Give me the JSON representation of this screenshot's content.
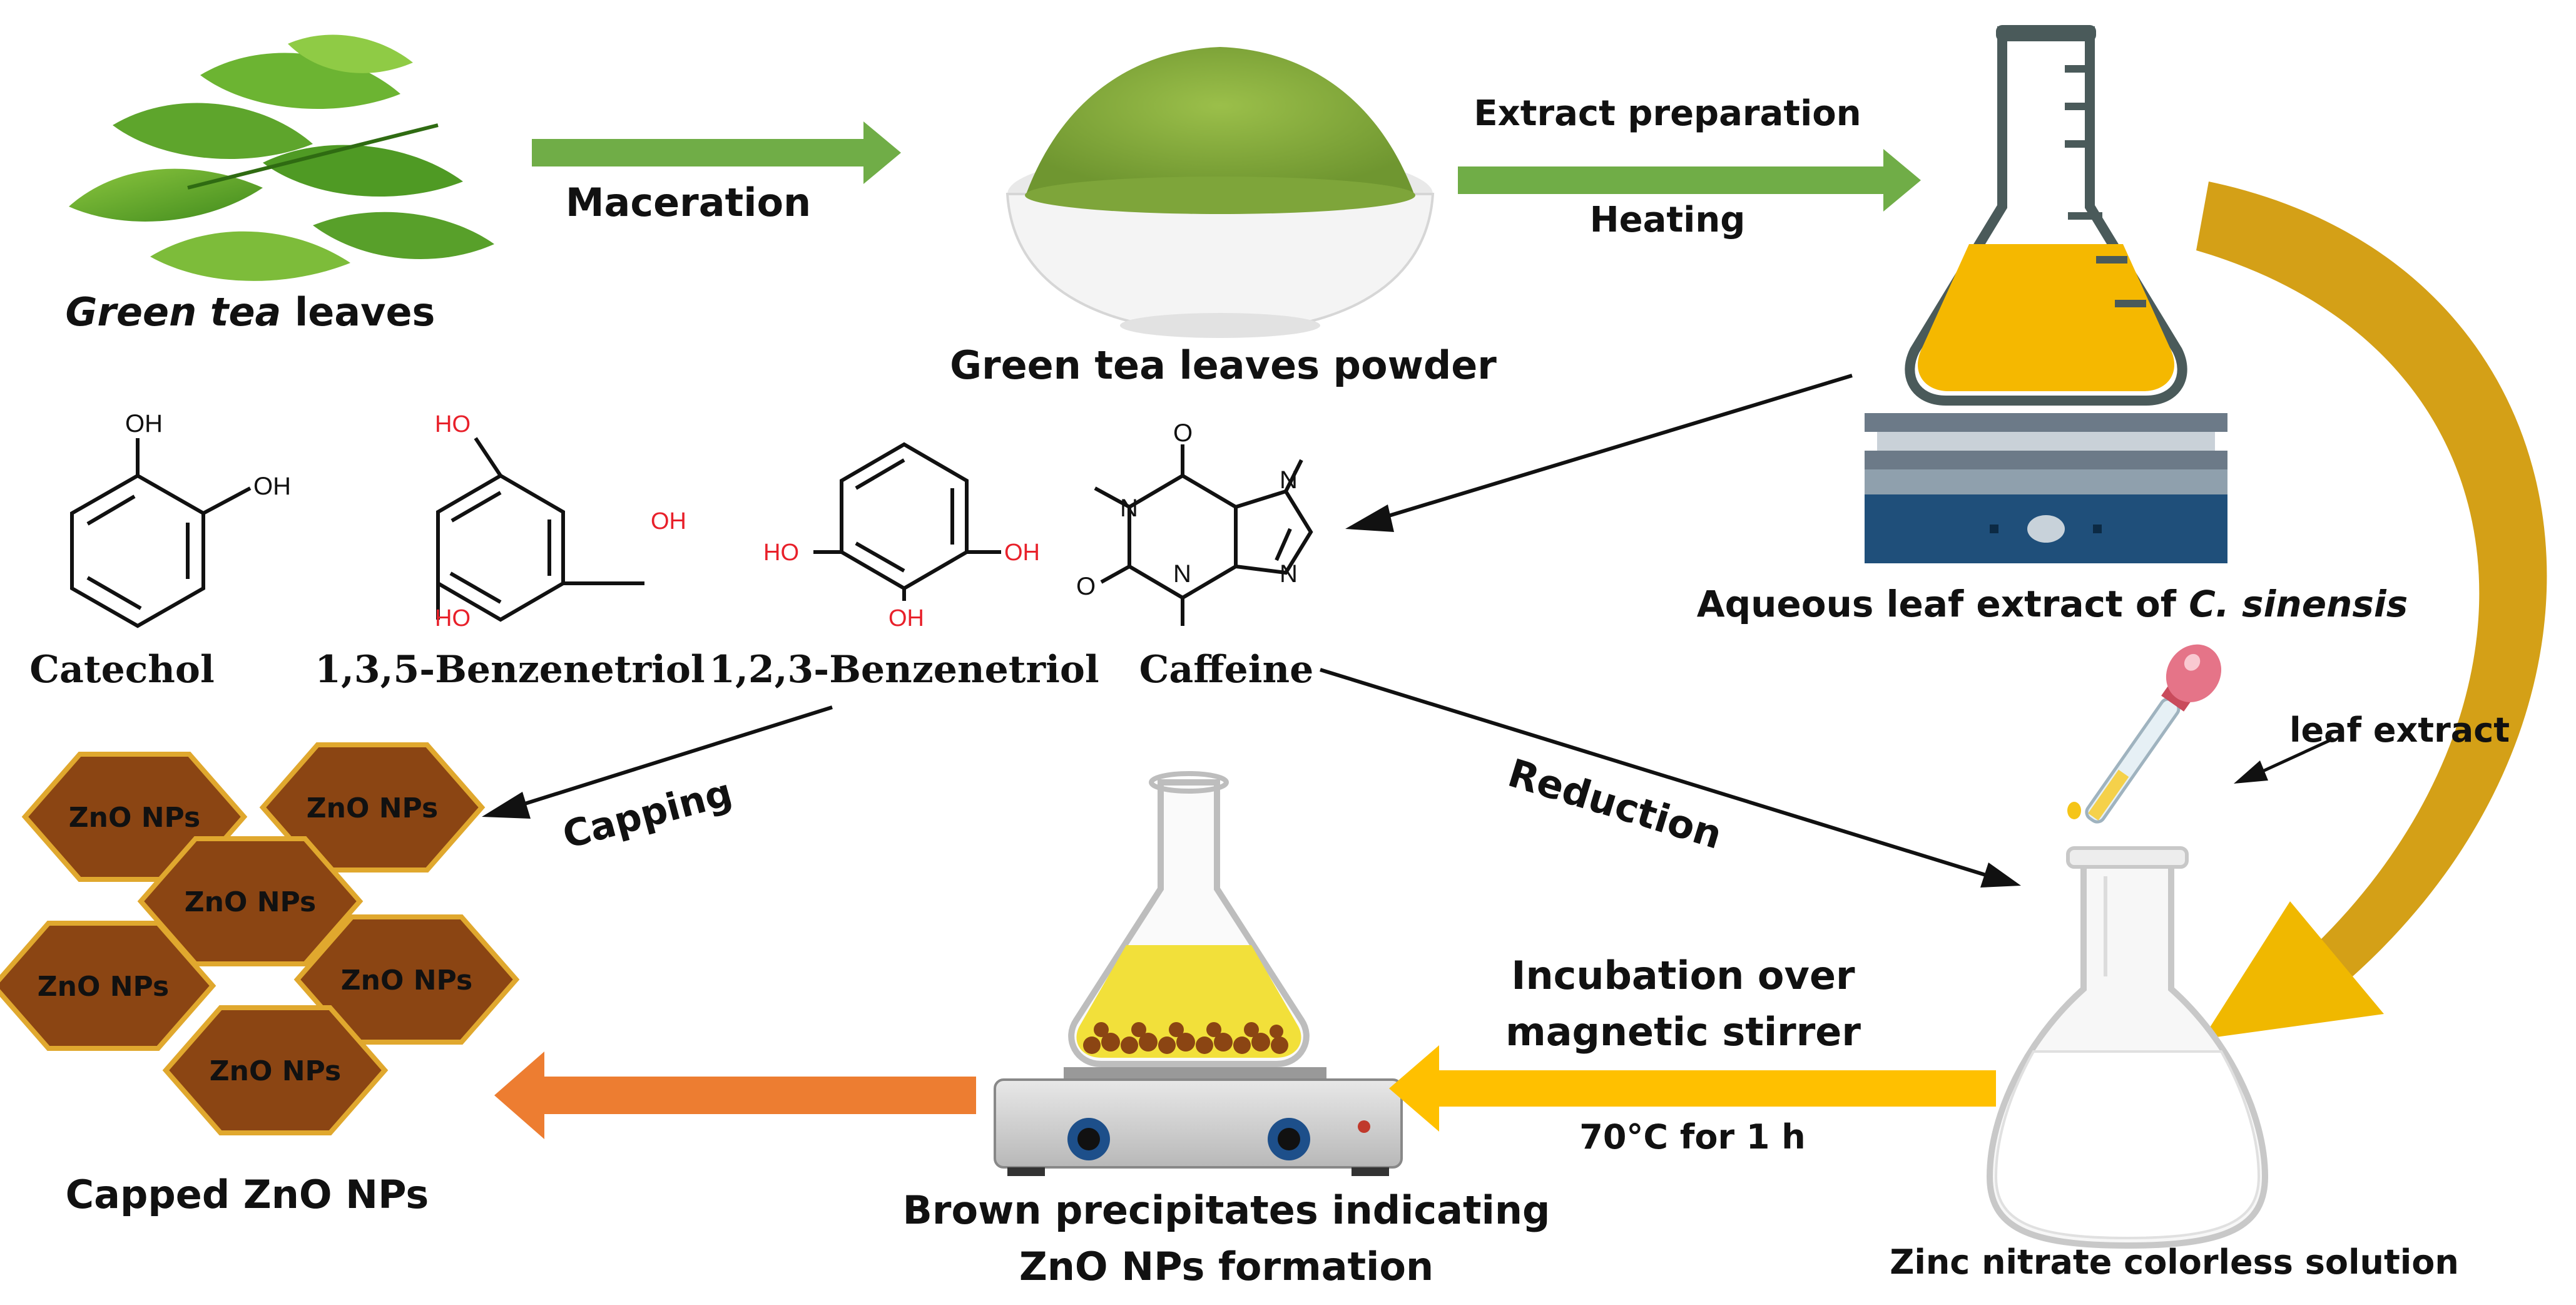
{
  "labels": {
    "green_tea_leaves_italic": "Green tea",
    "green_tea_leaves_rest": " leaves",
    "maceration": "Maceration",
    "powder": "Green tea leaves powder",
    "extract_preparation": "Extract preparation",
    "heating": "Heating",
    "aqueous_extract_prefix": "Aqueous leaf extract of ",
    "aqueous_extract_species": "C. sinensis",
    "catechol": "Catechol",
    "benzenetriol_135": "1,3,5-Benzenetriol",
    "benzenetriol_123": "1,2,3-Benzenetriol",
    "caffeine": "Caffeine",
    "capping": "Capping",
    "reduction": "Reduction",
    "leaf_extract": "leaf extract",
    "incubation_line1": "Incubation over",
    "incubation_line2": "magnetic stirrer",
    "temperature": "70°C for 1 h",
    "brown_precip_line1": "Brown precipitates indicating",
    "brown_precip_line2": "ZnO NPs formation",
    "zinc_nitrate": "Zinc nitrate colorless  solution",
    "capped_zno": "Capped ZnO NPs"
  },
  "nanoparticle_label": "ZnO NPs",
  "nanoparticles": [
    "ZnO NPs",
    "ZnO NPs",
    "ZnO NPs",
    "ZnO NPs",
    "ZnO NPs",
    "ZnO NPs"
  ],
  "chem": {
    "oh": "OH",
    "ho": "HO",
    "o": "O",
    "n": "N"
  },
  "colors": {
    "green_arrow": "#70ad47",
    "gold_arrow": "#d4a017",
    "yellow_arrow": "#ffc000",
    "orange_arrow": "#ed7d31",
    "hexagon_fill": "#8b4513",
    "hexagon_border": "#e0a82e",
    "extract_liquid": "#f5b800",
    "oh_red": "#e8202a"
  }
}
